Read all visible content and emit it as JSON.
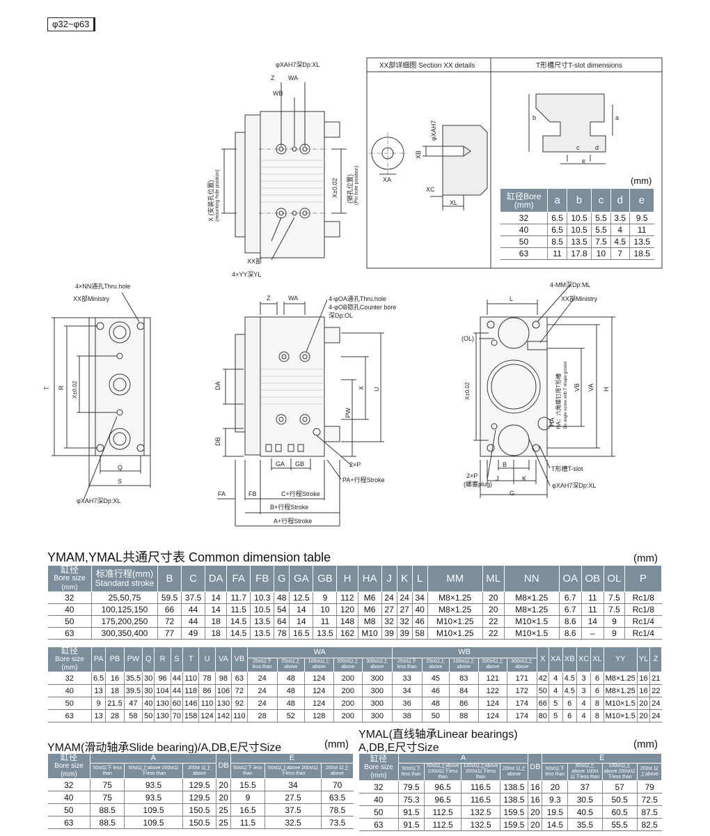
{
  "header": {
    "tag": "φ32~φ63"
  },
  "drawing": {
    "section_xx": "XX部详细图 Section XX details",
    "tslot": "T形槽尺寸T-slot dimensions",
    "labels": {
      "xa_depth": "φXAH7深Dp:XL",
      "z": "Z",
      "wa": "WA",
      "wb": "WB",
      "mount_hole": "X (安装孔位置)",
      "mount_hole_en": "(mounting hole position)",
      "pin_hole": "(销孔位置)",
      "pin_hole_en": "(Pin hole position)",
      "x_tol": "X±0.02",
      "xx": "XX部",
      "yy": "4×YY深YL",
      "xah7": "φXAH7",
      "xb": "XB",
      "xa": "XA",
      "xc": "XC",
      "xl": "XL",
      "ta": "a",
      "tb": "b",
      "tc": "c",
      "td": "d",
      "te": "e",
      "nn": "4×NN通孔Thru.hole",
      "xx_ministry": "XX部Ministry",
      "t": "T",
      "r": "R",
      "q": "Q",
      "s": "S",
      "oa": "4-φOA通孔Thru.hole",
      "ob": "4-φOB锪孔Counter bore",
      "ob_depth": "深Dp:OL",
      "da": "DA",
      "db": "DB",
      "pw": "PW",
      "u": "U",
      "xlab": "X",
      "ga": "GA",
      "gb": "GB",
      "p": "2×P",
      "pa": "PA+行程Stroke",
      "fa": "FA",
      "fb": "FB",
      "c_stroke": "C+行程Stroke",
      "b_stroke": "B+行程Stroke",
      "a_stroke": "A+行程Stroke",
      "mm_ml": "4-MM深Dp:ML",
      "l": "L",
      "ol": "(OL)",
      "va": "VA",
      "vb": "VB",
      "h": "H",
      "ha": "HA",
      "ha_note": "HA：六角螺钉用T形槽",
      "ha_note_en": "Six angle screw with T shape groove",
      "tslot_label": "T形槽T-slot",
      "plug": "(螺塞plug)",
      "j": "J",
      "k": "K",
      "b": "B",
      "g": "G"
    }
  },
  "tslot_table": {
    "unit": "(mm)",
    "header_cn": "缸径Bore",
    "header_unit": "(mm)",
    "cols": [
      "a",
      "b",
      "c",
      "d",
      "e"
    ],
    "rows": [
      [
        "32",
        "6.5",
        "10.5",
        "5.5",
        "3.5",
        "9.5"
      ],
      [
        "40",
        "6.5",
        "10.5",
        "5.5",
        "4",
        "11"
      ],
      [
        "50",
        "8.5",
        "13.5",
        "7.5",
        "4.5",
        "13.5"
      ],
      [
        "63",
        "11",
        "17.8",
        "10",
        "7",
        "18.5"
      ]
    ]
  },
  "common_table": {
    "title": "YMAM,YMAL共通尺寸表 Common dimension table",
    "unit": "(mm)",
    "bore_cn": "缸径",
    "bore_en": "Bore size",
    "bore_unit": "(mm)",
    "stroke_cn": "标准行程(mm)",
    "stroke_en": "Standard stroke",
    "cols": [
      "B",
      "C",
      "DA",
      "FA",
      "FB",
      "G",
      "GA",
      "GB",
      "H",
      "HA",
      "J",
      "K",
      "L",
      "MM",
      "ML",
      "NN",
      "OA",
      "OB",
      "OL",
      "P"
    ],
    "rows": [
      [
        "32",
        "25,50,75",
        "59.5",
        "37.5",
        "14",
        "11.7",
        "10.3",
        "48",
        "12.5",
        "9",
        "112",
        "M6",
        "24",
        "24",
        "34",
        "M8×1.25",
        "20",
        "M8×1.25",
        "6.7",
        "11",
        "7.5",
        "Rc1/8"
      ],
      [
        "40",
        "100,125,150",
        "66",
        "44",
        "14",
        "11.5",
        "10.5",
        "54",
        "14",
        "10",
        "120",
        "M6",
        "27",
        "27",
        "40",
        "M8×1.25",
        "20",
        "M8×1.25",
        "6.7",
        "11",
        "7.5",
        "Rc1/8"
      ],
      [
        "50",
        "175,200,250",
        "72",
        "44",
        "18",
        "14.5",
        "13.5",
        "64",
        "14",
        "11",
        "148",
        "M8",
        "32",
        "32",
        "46",
        "M10×1.25",
        "22",
        "M10×1.5",
        "8.6",
        "14",
        "9",
        "Rc1/4"
      ],
      [
        "63",
        "300,350,400",
        "77",
        "49",
        "18",
        "14.5",
        "13.5",
        "78",
        "16.5",
        "13.5",
        "162",
        "M10",
        "39",
        "39",
        "58",
        "M10×1.25",
        "22",
        "M10×1.5",
        "8.6",
        "–",
        "9",
        "Rc1/4"
      ]
    ]
  },
  "second_table": {
    "bore_cn": "缸径",
    "bore_en": "Bore size",
    "bore_unit": "(mm)",
    "pre_cols": [
      "PA",
      "PB",
      "PW",
      "Q",
      "R",
      "S",
      "T",
      "U",
      "VA",
      "VB"
    ],
    "wa_label": "WA",
    "wb_label": "WB",
    "wa_sub": [
      "25st以下 less than",
      "25st以上above",
      "100st以上above",
      "200st以上above",
      "300st以上 above"
    ],
    "wb_sub": [
      "25st以下 less than",
      "25st以上above",
      "100st以上above",
      "200st以上above",
      "300st以上 above"
    ],
    "post_cols": [
      "X",
      "XA",
      "XB",
      "XC",
      "XL",
      "YY",
      "YL",
      "Z"
    ],
    "rows": [
      [
        "32",
        "6.5",
        "16",
        "35.5",
        "30",
        "96",
        "44",
        "110",
        "78",
        "98",
        "63",
        "24",
        "48",
        "124",
        "200",
        "300",
        "33",
        "45",
        "83",
        "121",
        "171",
        "42",
        "4",
        "4.5",
        "3",
        "6",
        "M8×1.25",
        "16",
        "21"
      ],
      [
        "40",
        "13",
        "18",
        "39.5",
        "30",
        "104",
        "44",
        "118",
        "86",
        "106",
        "72",
        "24",
        "48",
        "124",
        "200",
        "300",
        "34",
        "46",
        "84",
        "122",
        "172",
        "50",
        "4",
        "4.5",
        "3",
        "6",
        "M8×1.25",
        "16",
        "22"
      ],
      [
        "50",
        "9",
        "21.5",
        "47",
        "40",
        "130",
        "60",
        "146",
        "110",
        "130",
        "92",
        "24",
        "48",
        "124",
        "200",
        "300",
        "36",
        "48",
        "86",
        "124",
        "174",
        "66",
        "5",
        "6",
        "4",
        "8",
        "M10×1.5",
        "20",
        "24"
      ],
      [
        "63",
        "13",
        "28",
        "58",
        "50",
        "130",
        "70",
        "158",
        "124",
        "142",
        "110",
        "28",
        "52",
        "128",
        "200",
        "300",
        "38",
        "50",
        "88",
        "124",
        "174",
        "80",
        "5",
        "6",
        "4",
        "8",
        "M10×1.5",
        "20",
        "24"
      ]
    ]
  },
  "ymam_table": {
    "title": "YMAM(滑动轴承Slide bearing)/A,DB,E尺寸Size",
    "unit": "(mm)",
    "bore_cn": "缸径",
    "bore_en": "Bore size",
    "bore_unit": "(mm)",
    "a_label": "A",
    "db_label": "DB",
    "e_label": "E",
    "sub": [
      "50st以下 less than",
      "50st以上above 200st以下less than",
      "200st 以上above"
    ],
    "rows": [
      [
        "32",
        "75",
        "93.5",
        "129.5",
        "20",
        "15.5",
        "34",
        "70"
      ],
      [
        "40",
        "75",
        "93.5",
        "129.5",
        "20",
        "9",
        "27.5",
        "63.5"
      ],
      [
        "50",
        "88.5",
        "109.5",
        "150.5",
        "25",
        "16.5",
        "37.5",
        "78.5"
      ],
      [
        "63",
        "88.5",
        "109.5",
        "150.5",
        "25",
        "11.5",
        "32.5",
        "73.5"
      ]
    ]
  },
  "ymal_table": {
    "title1": "YMAL(直线轴承Linear bearings)",
    "title2": "A,DB,E尺寸Size",
    "unit": "(mm)",
    "bore_cn": "缸径",
    "bore_en": "Bore size",
    "bore_unit": "(mm)",
    "a_label": "A",
    "db_label": "DB",
    "e_label": "E",
    "sub": [
      "50st以下 less than",
      "50st以上above 100st以下less than",
      "100st以上above 200st以下less than",
      "200st 以上above"
    ],
    "rows": [
      [
        "32",
        "79.5",
        "96.5",
        "116.5",
        "138.5",
        "16",
        "20",
        "37",
        "57",
        "79"
      ],
      [
        "40",
        "75.3",
        "96.5",
        "116.5",
        "138.5",
        "16",
        "9.3",
        "30.5",
        "50.5",
        "72.5"
      ],
      [
        "50",
        "91.5",
        "112.5",
        "132.5",
        "159.5",
        "20",
        "19.5",
        "40.5",
        "60.5",
        "87.5"
      ],
      [
        "63",
        "91.5",
        "112.5",
        "132.5",
        "159.5",
        "20",
        "14.5",
        "35.5",
        "55.5",
        "82.5"
      ]
    ]
  }
}
